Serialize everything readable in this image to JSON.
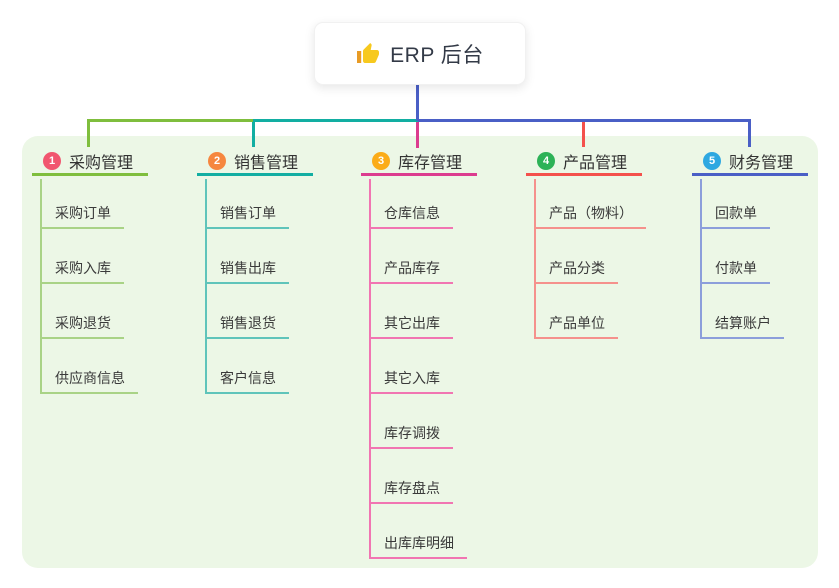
{
  "root": {
    "title": "ERP 后台",
    "icon": "thumbs-up-icon"
  },
  "colors": {
    "canvas_bg": "#ffffff",
    "panel_bg": "#ECF7E6",
    "root_line": "#4A5FC6"
  },
  "branches": [
    {
      "num": "1",
      "title": "采购管理",
      "badge_color": "#F1566F",
      "main_color": "#7FBE3D",
      "light_color": "#A9D386",
      "items": [
        "采购订单",
        "采购入库",
        "采购退货",
        "供应商信息"
      ]
    },
    {
      "num": "2",
      "title": "销售管理",
      "badge_color": "#F6873F",
      "main_color": "#12AEA2",
      "light_color": "#5FC4BA",
      "items": [
        "销售订单",
        "销售出库",
        "销售退货",
        "客户信息"
      ]
    },
    {
      "num": "3",
      "title": "库存管理",
      "badge_color": "#FBAC18",
      "main_color": "#DC3C8F",
      "light_color": "#F175B2",
      "items": [
        "仓库信息",
        "产品库存",
        "其它出库",
        "其它入库",
        "库存调拨",
        "库存盘点",
        "出库库明细"
      ]
    },
    {
      "num": "4",
      "title": "产品管理",
      "badge_color": "#2DB257",
      "main_color": "#F4514C",
      "light_color": "#F5918C",
      "items": [
        "产品（物料）",
        "产品分类",
        "产品单位"
      ]
    },
    {
      "num": "5",
      "title": "财务管理",
      "badge_color": "#2EA8E1",
      "main_color": "#4A5FC6",
      "light_color": "#8C9EDB",
      "items": [
        "回款单",
        "付款单",
        "结算账户"
      ]
    }
  ]
}
